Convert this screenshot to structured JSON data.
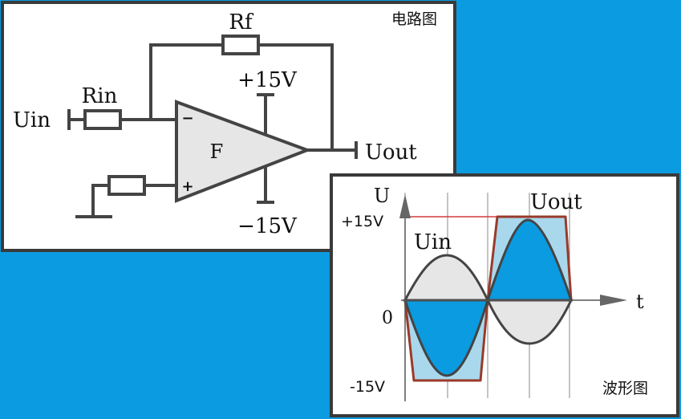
{
  "circuit_panel": {
    "title": "电路图",
    "labels": {
      "rf": "Rf",
      "rin": "Rin",
      "uin": "Uin",
      "uout": "Uout",
      "pos_supply": "+15V",
      "neg_supply": "−15V",
      "opamp": "F",
      "inv_input": "−",
      "noninv_input": "+"
    }
  },
  "waveform_panel": {
    "title": "波形图",
    "labels": {
      "u_axis": "U",
      "t_axis": "t",
      "plus15": "+15V",
      "zero": "0",
      "minus15": "-15V",
      "uin": "Uin",
      "uout": "Uout"
    }
  },
  "colors": {
    "background": "#0b9be0",
    "panel_fill": "#ffffff",
    "panel_border": "#3a3a3a",
    "wire": "#444444",
    "opamp_fill": "#e6e6e6",
    "uin_fill": "#e6e6e6",
    "uin_fill_negative": "#0b9be0",
    "uout_fill": "#a9d8ec",
    "uout_outline": "#9a3a2a",
    "limit_line": "#d23c3c"
  }
}
